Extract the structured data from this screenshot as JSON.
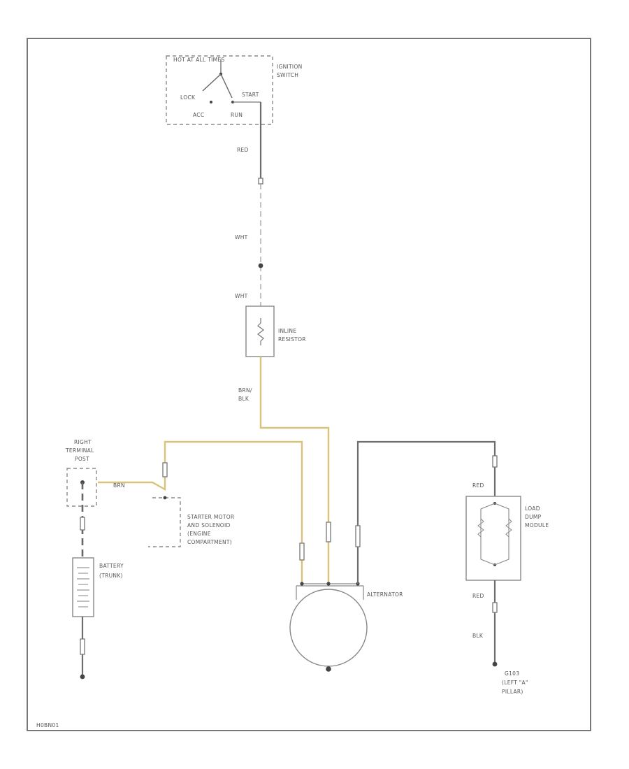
{
  "diagram": {
    "figure_id": "H0BN01",
    "ignition_switch": {
      "label_line1": "IGNITION",
      "label_line2": "SWITCH",
      "top_text": "HOT AT ALL TIMES",
      "positions": {
        "lock": "LOCK",
        "acc": "ACC",
        "run": "RUN",
        "start": "START"
      }
    },
    "wires": {
      "red_top": "RED",
      "wht_1": "WHT",
      "wht_2": "WHT",
      "brn_blk_line1": "BRN/",
      "brn_blk_line2": "BLK",
      "brn_fuse": "BRN",
      "red_load_dump": "RED",
      "red_lower": "RED",
      "blk_ground": "BLK"
    },
    "inline_resistor": {
      "line1": "INLINE",
      "line2": "RESISTOR"
    },
    "right_terminal_post": {
      "line1": "RIGHT",
      "line2": "TERMINAL",
      "line3": "POST"
    },
    "starter": {
      "line1": "STARTER MOTOR",
      "line2": "AND SOLENOID",
      "line3": "(ENGINE",
      "line4": "COMPARTMENT)"
    },
    "battery": {
      "line1": "BATTERY",
      "line2": "(TRUNK)"
    },
    "alternator": {
      "label": "ALTERNATOR"
    },
    "load_dump_module": {
      "line1": "LOAD",
      "line2": "DUMP",
      "line3": "MODULE"
    },
    "ground": {
      "line1": "G103",
      "line2": "(LEFT \"A\"",
      "line3": "PILLAR)"
    }
  }
}
